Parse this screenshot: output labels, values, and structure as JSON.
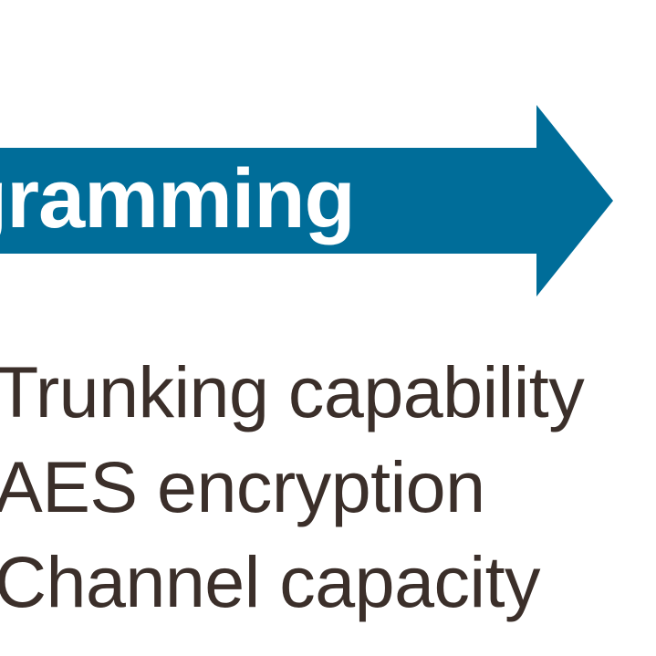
{
  "arrow": {
    "label": "gramming",
    "color": "#006d99"
  },
  "features": [
    "Trunking capability",
    "AES encryption",
    "Channel capacity"
  ],
  "text_color": "#3b2f2a"
}
